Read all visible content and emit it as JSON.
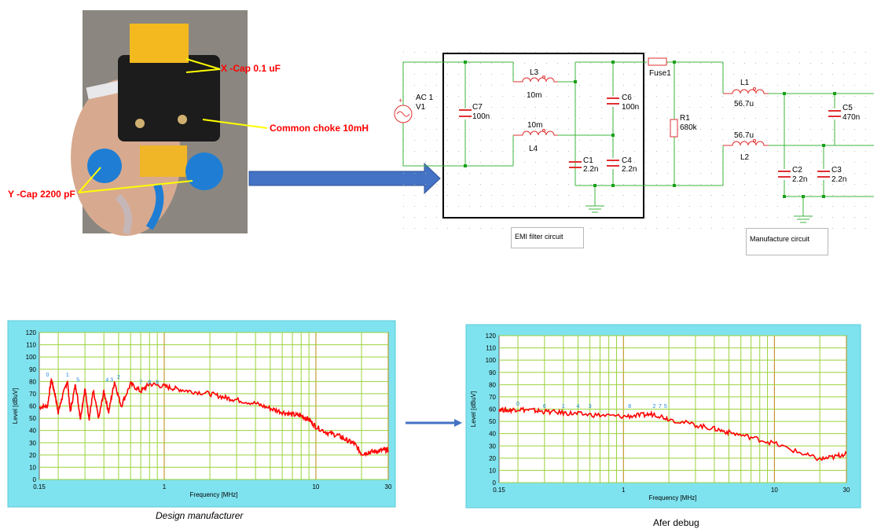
{
  "photo": {
    "callouts": [
      "X -Cap 0.1 uF",
      "Common choke 10mH",
      "Y -Cap 2200 pF"
    ]
  },
  "schematic": {
    "source": {
      "name": "AC 1",
      "ref": "V1"
    },
    "components": [
      {
        "ref": "C7",
        "value": "100n"
      },
      {
        "ref": "L3",
        "value": "10m"
      },
      {
        "ref": "L4",
        "value": "10m"
      },
      {
        "ref": "C6",
        "value": "100n"
      },
      {
        "ref": "C1",
        "value": "2.2n"
      },
      {
        "ref": "C4",
        "value": "2.2n"
      },
      {
        "ref": "Fuse1",
        "value": ""
      },
      {
        "ref": "R1",
        "value": "680k"
      },
      {
        "ref": "L1",
        "value": "56.7u"
      },
      {
        "ref": "L2",
        "value": "56.7u"
      },
      {
        "ref": "C5",
        "value": "470n"
      },
      {
        "ref": "C2",
        "value": "2.2n"
      },
      {
        "ref": "C3",
        "value": "2.2n"
      }
    ],
    "labels": {
      "emi": "EMI filter circuit",
      "manufacture": "Manufacture circuit"
    }
  },
  "chart_data": [
    {
      "type": "line",
      "caption": "Design manufacturer",
      "xlabel": "Frequency [MHz]",
      "ylabel": "Level [dBuV]",
      "xscale": "log",
      "xlim": [
        0.15,
        30
      ],
      "ylim": [
        0,
        120
      ],
      "x_ticks": [
        "0.15",
        "1",
        "10",
        "30"
      ],
      "y_ticks": [
        0,
        10,
        20,
        30,
        40,
        50,
        60,
        70,
        80,
        90,
        100,
        110,
        120
      ],
      "grid": true,
      "series": [
        {
          "color": "#ff0000",
          "x": [
            0.15,
            0.17,
            0.18,
            0.19,
            0.2,
            0.21,
            0.23,
            0.24,
            0.26,
            0.28,
            0.3,
            0.32,
            0.34,
            0.37,
            0.4,
            0.43,
            0.47,
            0.52,
            0.6,
            0.7,
            0.8,
            1.0,
            1.2,
            1.5,
            2.0,
            2.5,
            3.0,
            4.0,
            5.0,
            6.0,
            7.0,
            8.0,
            9.0,
            10,
            12,
            14,
            16,
            18,
            20,
            22,
            25,
            28,
            30
          ],
          "y": [
            59,
            60,
            82,
            70,
            55,
            65,
            81,
            55,
            78,
            50,
            74,
            50,
            72,
            50,
            72,
            55,
            80,
            60,
            78,
            72,
            78,
            76,
            74,
            72,
            70,
            67,
            65,
            62,
            58,
            55,
            53,
            52,
            49,
            43,
            38,
            36,
            32,
            29,
            21,
            22,
            23,
            24,
            24
          ]
        }
      ],
      "markers": [
        "0",
        "1",
        "5",
        "4",
        "3",
        "2",
        "7",
        "8",
        "6"
      ]
    },
    {
      "type": "line",
      "caption": "Afer debug",
      "xlabel": "Frequency [MHz]",
      "ylabel": "Level [dBuV]",
      "xscale": "log",
      "xlim": [
        0.15,
        30
      ],
      "ylim": [
        0,
        120
      ],
      "x_ticks": [
        "0.15",
        "1",
        "10",
        "30"
      ],
      "y_ticks": [
        0,
        10,
        20,
        30,
        40,
        50,
        60,
        70,
        80,
        90,
        100,
        110,
        120
      ],
      "grid": true,
      "series": [
        {
          "color": "#ff0000",
          "x": [
            0.15,
            0.17,
            0.2,
            0.25,
            0.3,
            0.4,
            0.5,
            0.7,
            1.0,
            1.3,
            1.6,
            2.0,
            3.0,
            4.0,
            5.0,
            7.0,
            10,
            15,
            20,
            25,
            30
          ],
          "y": [
            60,
            59,
            60,
            59,
            58,
            57,
            56,
            55,
            54,
            55,
            56,
            52,
            47,
            44,
            41,
            37,
            32,
            24,
            19,
            21,
            24
          ]
        }
      ],
      "markers": [
        "0",
        "6",
        "1",
        "4",
        "3",
        "8",
        "2",
        "7",
        "5"
      ]
    }
  ]
}
